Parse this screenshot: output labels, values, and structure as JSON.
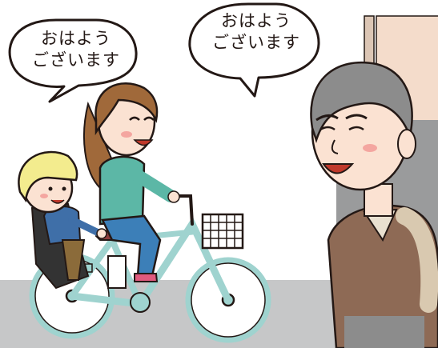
{
  "speech_bubbles": {
    "left": {
      "line1": "おはよう",
      "line2": "ございます"
    },
    "right": {
      "line1": "おはよう",
      "line2": "ございます"
    }
  },
  "colors": {
    "pavement": "#c6c7c8",
    "wall_gray": "#9a9b9c",
    "wall_pink": "#f4dccb",
    "bicycle_frame": "#9fd3cf",
    "mother_shirt": "#5cb7a6",
    "mother_jeans": "#3c7fb8",
    "child_helmet": "#f3ec8e",
    "man_vest": "#8e6a55",
    "man_hair": "#8c8c8c",
    "outline": "#231815"
  }
}
